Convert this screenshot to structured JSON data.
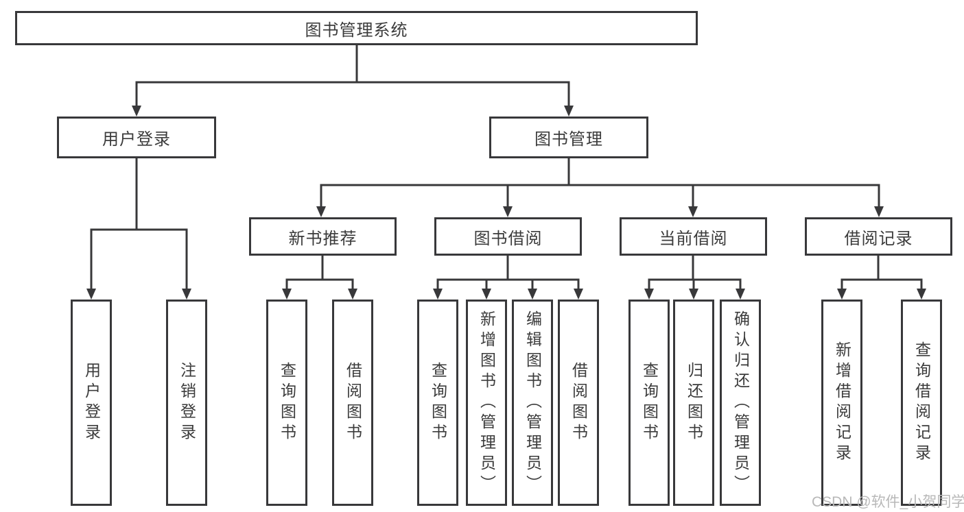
{
  "diagram": {
    "root": "图书管理系统",
    "user_login": {
      "label": "用户登录",
      "children": [
        "用户登录",
        "注销登录"
      ]
    },
    "book_mgmt": {
      "label": "图书管理",
      "groups": [
        {
          "label": "新书推荐",
          "children": [
            "查询图书",
            "借阅图书"
          ]
        },
        {
          "label": "图书借阅",
          "children": [
            "查询图书",
            "新增图书（管理员）",
            "编辑图书（管理员）",
            "借阅图书"
          ]
        },
        {
          "label": "当前借阅",
          "children": [
            "查询图书",
            "归还图书",
            "确认归还（管理员）"
          ]
        },
        {
          "label": "借阅记录",
          "children": [
            "新增借阅记录",
            "查询借阅记录"
          ]
        }
      ]
    }
  },
  "watermark": "CSDN @软件_小贺同学",
  "colors": {
    "line": "#38383a",
    "text": "#3b3b3b",
    "watermark": "#b8b8b8",
    "background": "#ffffff"
  }
}
